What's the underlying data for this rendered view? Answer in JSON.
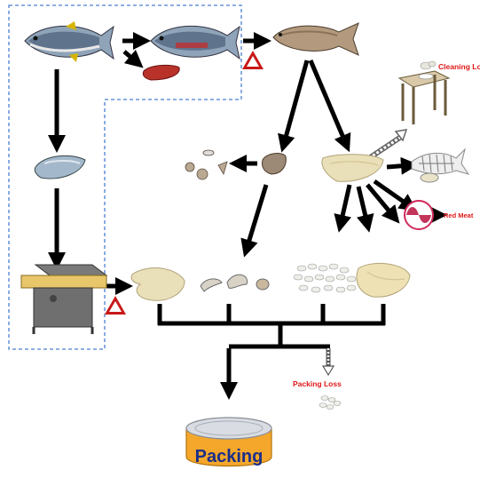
{
  "labels": {
    "cleaning_loss": "Cleaning Loss",
    "red_meat": "Red Meat",
    "packing_loss": "Packing Loss",
    "can_label": "Packing"
  },
  "colors": {
    "dashed_border": "#4a7fd0",
    "arrow": "#000000",
    "label_red": "#e01818",
    "can_gold": "#f4a72a",
    "can_text": "#1a2e8a",
    "warning_red": "#c81818",
    "loin": "#e9dfb8",
    "steamer": "#6f6f6f"
  },
  "icons": [
    "fish-icon",
    "fish-cut-icon",
    "red-meat-icon",
    "warning-triangle-icon",
    "fish-cooked-icon",
    "fish-head-icon",
    "fish-skeleton-icon",
    "loin-icon",
    "steamer-icon",
    "table-icon",
    "can-icon",
    "bone-pieces-icon",
    "flakes-icon"
  ]
}
